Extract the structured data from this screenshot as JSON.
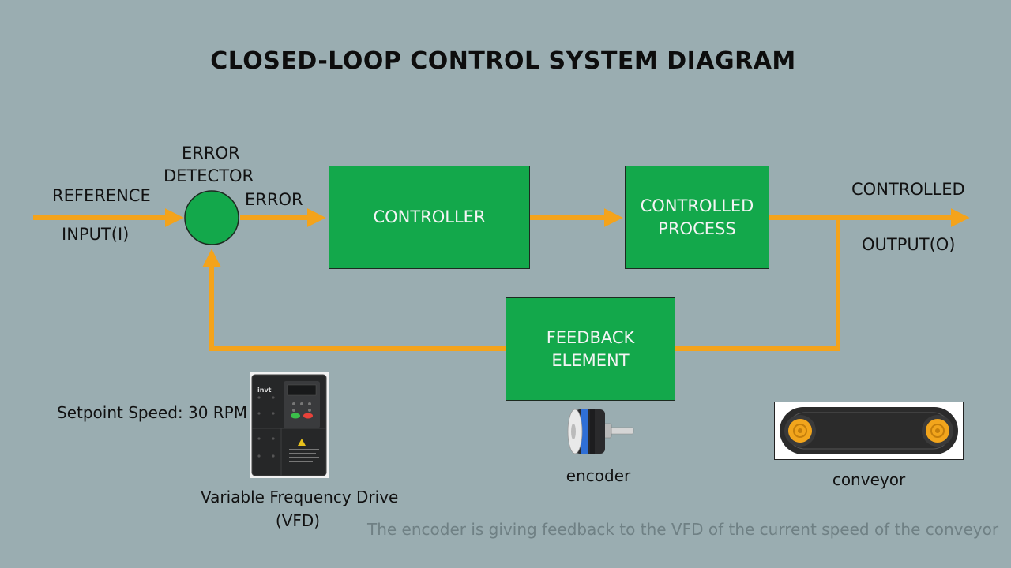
{
  "title": "CLOSED-LOOP CONTROL SYSTEM DIAGRAM",
  "labels": {
    "reference": "REFERENCE",
    "input": "INPUT(I)",
    "error_detector_line1": "ERROR",
    "error_detector_line2": "DETECTOR",
    "error": "ERROR",
    "controlled": "CONTROLLED",
    "output": "OUTPUT(O)"
  },
  "blocks": {
    "controller": "CONTROLLER",
    "controlled_process_line1": "CONTROLLED",
    "controlled_process_line2": "PROCESS",
    "feedback_line1": "FEEDBACK",
    "feedback_line2": "ELEMENT"
  },
  "devices": {
    "setpoint": "Setpoint Speed: 30 RPM",
    "vfd_line1": "Variable Frequency Drive",
    "vfd_line2": "(VFD)",
    "vfd_brand": "invt",
    "encoder": "encoder",
    "conveyor": "conveyor"
  },
  "footnote": "The encoder is giving feedback to the VFD of the current speed of the conveyor",
  "colors": {
    "background": "#9aadb1",
    "block_fill": "#13a84b",
    "arrow": "#f4a31b"
  }
}
